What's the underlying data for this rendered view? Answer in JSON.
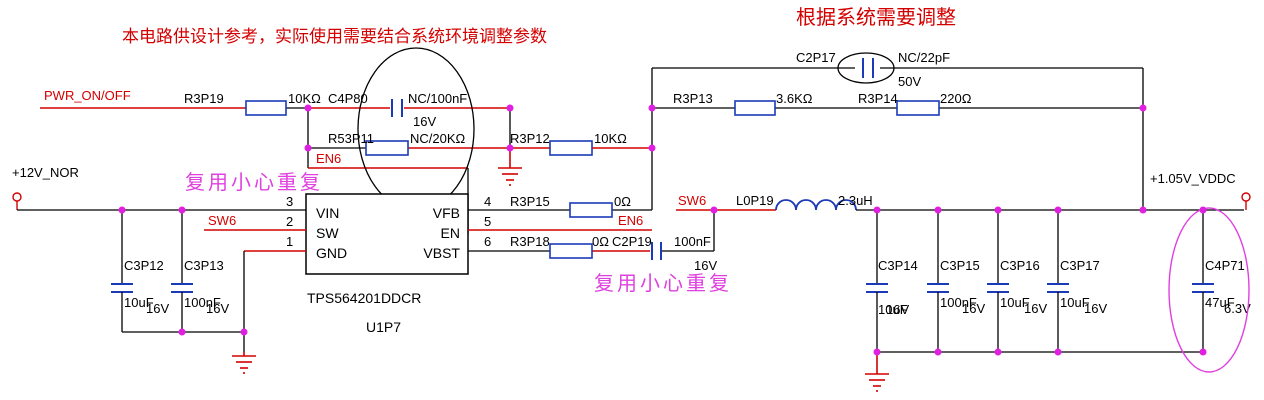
{
  "notes": {
    "reference_note": "本电路供设计参考，实际使用需要结合系统环境调整参数",
    "adjust_note": "根据系统需要调整",
    "reuse_note_1": "复用小心重复",
    "reuse_note_2": "复用小心重复"
  },
  "nets": {
    "pwr_on_off": "PWR_ON/OFF",
    "input_12v": "+12V_NOR",
    "output_1v05": "+1.05V_VDDC",
    "sw6_left": "SW6",
    "sw6_right": "SW6",
    "en6_left": "EN6",
    "en6_right": "EN6"
  },
  "ic": {
    "part": "TPS564201DDCR",
    "ref": "U1P7",
    "pins": {
      "vin": {
        "num": "3",
        "name": "VIN"
      },
      "sw": {
        "num": "2",
        "name": "SW"
      },
      "gnd": {
        "num": "1",
        "name": "GND"
      },
      "vfb": {
        "num": "4",
        "name": "VFB"
      },
      "en": {
        "num": "5",
        "name": "EN"
      },
      "vbst": {
        "num": "6",
        "name": "VBST"
      }
    }
  },
  "components": {
    "r3p19": {
      "ref": "R3P19",
      "value": "10KΩ"
    },
    "c4p80": {
      "ref": "C4P80",
      "value": "NC/100nF",
      "voltage": "16V"
    },
    "r53p11": {
      "ref": "R53P11",
      "value": "NC/20KΩ"
    },
    "r3p12": {
      "ref": "R3P12",
      "value": "10KΩ"
    },
    "r3p15": {
      "ref": "R3P15",
      "value": "0Ω"
    },
    "r3p18": {
      "ref": "R3P18",
      "value": "0Ω"
    },
    "c2p19": {
      "ref": "C2P19",
      "value": "100nF",
      "voltage": "16V"
    },
    "c2p17": {
      "ref": "C2P17",
      "value": "NC/22pF",
      "voltage": "50V"
    },
    "r3p13": {
      "ref": "R3P13",
      "value": "3.6KΩ"
    },
    "r3p14": {
      "ref": "R3P14",
      "value": "220Ω"
    },
    "l0p19": {
      "ref": "L0P19",
      "value": "2.3uH"
    },
    "c3p12": {
      "ref": "C3P12",
      "value": "10uF",
      "voltage": "16V"
    },
    "c3p13": {
      "ref": "C3P13",
      "value": "100nF",
      "voltage": "16V"
    },
    "c3p14": {
      "ref": "C3P14",
      "value": "10uF",
      "voltage": "16V"
    },
    "c3p15": {
      "ref": "C3P15",
      "value": "100nF",
      "voltage": "16V"
    },
    "c3p16": {
      "ref": "C3P16",
      "value": "10uF",
      "voltage": "16V"
    },
    "c3p17": {
      "ref": "C3P17",
      "value": "10uF",
      "voltage": "16V"
    },
    "c4p71": {
      "ref": "C4P71",
      "value": "47uF",
      "voltage": "6.3V"
    }
  },
  "colors": {
    "wire": "#000000",
    "net_label": "#d40000",
    "component": "#1a3ab8",
    "junction": "#e020e0",
    "highlight": "#e040e0"
  }
}
